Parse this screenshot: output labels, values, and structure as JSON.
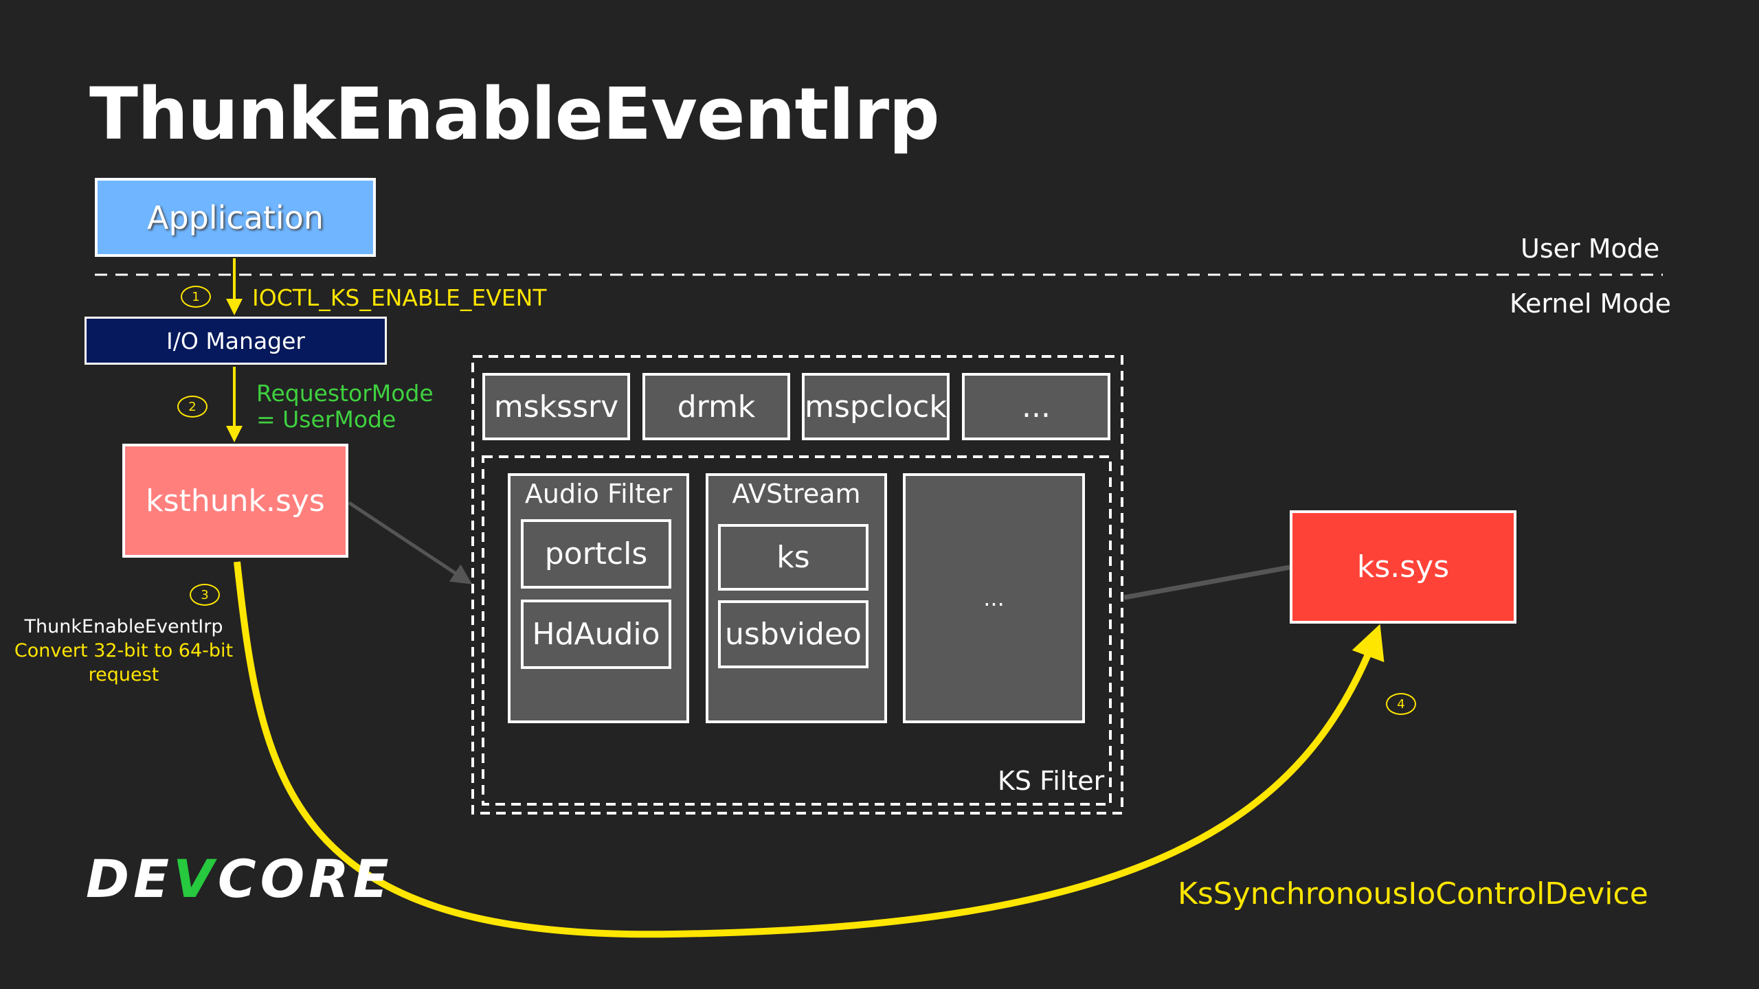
{
  "title": "ThunkEnableEventIrp",
  "modes": {
    "user": "User Mode",
    "kernel": "Kernel Mode"
  },
  "nodes": {
    "application": "Application",
    "io_manager": "I/O Manager",
    "ksthunk": "ksthunk.sys",
    "kssys": "ks.sys"
  },
  "steps": {
    "s1": {
      "num": "1",
      "label": "IOCTL_KS_ENABLE_EVENT"
    },
    "s2": {
      "num": "2",
      "line1": "RequestorMode",
      "line2": "= UserMode"
    },
    "s3": {
      "num": "3",
      "line1": "ThunkEnableEventIrp",
      "line2": "Convert 32-bit to 64-bit",
      "line3": "request"
    },
    "s4": {
      "num": "4",
      "label": "KsSynchronousIoControlDevice"
    }
  },
  "ks_area": {
    "top_modules": [
      "mskssrv",
      "drmk",
      "mspclock",
      "..."
    ],
    "filter_label": "KS Filter",
    "audio_filter": {
      "header": "Audio Filter",
      "items": [
        "portcls",
        "HdAudio"
      ]
    },
    "avstream": {
      "header": "AVStream",
      "items": [
        "ks",
        "usbvideo"
      ]
    },
    "other": "..."
  },
  "logo": {
    "part1": "DE",
    "check": "V",
    "part2": "CORE"
  },
  "colors": {
    "background": "#232323",
    "arrow": "#ffe600",
    "application": "#6fb5ff",
    "io_manager": "#06195c",
    "ksthunk": "#ff7f7d",
    "kssys": "#ff4238",
    "module": "#595959",
    "green_text": "#3fd13f"
  }
}
